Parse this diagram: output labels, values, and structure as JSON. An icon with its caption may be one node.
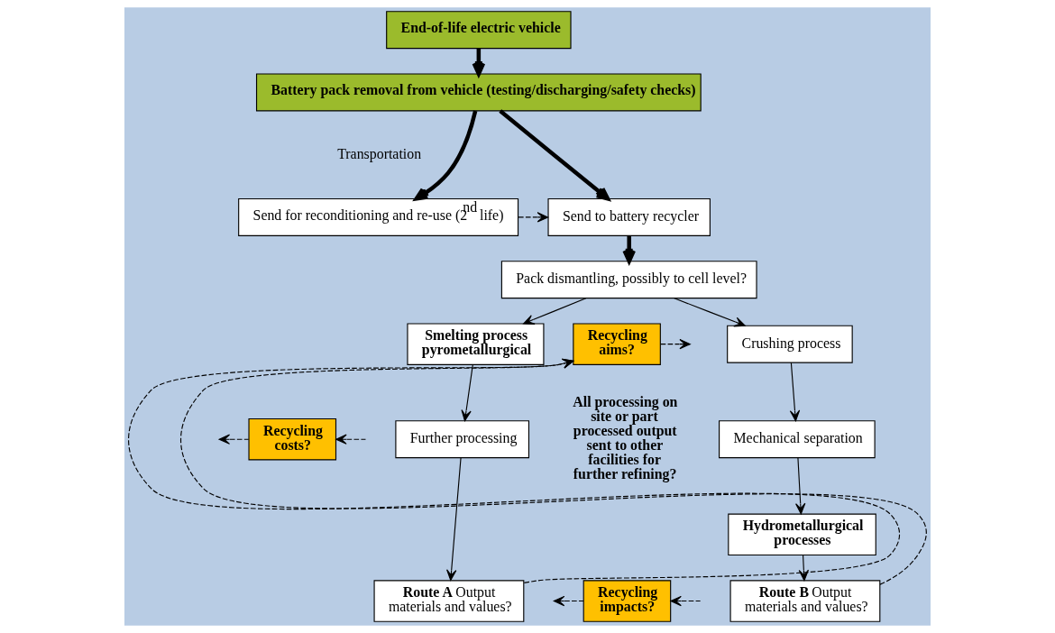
{
  "diagram": {
    "nodes": [
      {
        "text": [
          "End-of-life electric vehicle"
        ]
      },
      {
        "text": [
          "Battery pack removal from vehicle (testing/discharging/safety checks)"
        ]
      },
      {
        "text": [
          "Send for reconditioning and re-use (2$^{nd}$ life)"
        ]
      },
      {
        "text": [
          "Send to battery recycler"
        ]
      },
      {
        "text": [
          "Pack dismantling, possibly to cell level?"
        ]
      },
      {
        "text": [
          "Recycling aims?"
        ]
      },
      {
        "text": [
          "Smelting process pyrometallurgical"
        ]
      },
      {
        "text": [
          "Crushing process"
        ]
      },
      {
        "text": [
          "Recycling costs?"
        ]
      },
      {
        "text": [
          "Further processing"
        ]
      },
      {
        "text": [
          "Mechanical separation"
        ]
      },
      {
        "text": [
          "Hydrometallurgical processes"
        ]
      },
      {
        "text": [
          "Recycling impacts?"
        ]
      },
      {
        "text": [
          "**Route A** Output materials and values?"
        ]
      },
      {
        "text": [
          "**Route B** Output materials and values?"
        ]
      }
    ],
    "edges": [
      {
        "from": 0,
        "to": 1,
        "arrow": "to",
        "style": "thick"
      },
      {
        "from": 1,
        "to": 2,
        "arrow": "to",
        "style": "thick"
      },
      {
        "from": 1,
        "to": 3,
        "arrow": "to",
        "style": "thick"
      },
      {
        "from": 2,
        "to": 3,
        "arrow": "to",
        "style": "dashed"
      },
      {
        "from": 3,
        "to": 4,
        "arrow": "to",
        "style": "thick"
      },
      {
        "from": 4,
        "to": 6,
        "arrow": "to"
      },
      {
        "from": 4,
        "to": 7,
        "arrow": "to"
      },
      {
        "from": 6,
        "to": 9,
        "arrow": "to"
      },
      {
        "from": 9,
        "to": 13,
        "arrow": "to"
      },
      {
        "from": 7,
        "to": 10,
        "arrow": "to"
      },
      {
        "from": 10,
        "to": 11,
        "arrow": "to"
      },
      {
        "from": 11,
        "to": 14,
        "arrow": "to"
      },
      {
        "from": 5,
        "to": null,
        "arrow": "to",
        "style": "dashed"
      },
      {
        "from": null,
        "to": 8,
        "arrow": "to",
        "style": "dashed"
      },
      {
        "from": 8,
        "to": null,
        "arrow": "to",
        "style": "dashed"
      },
      {
        "from": null,
        "to": 12,
        "arrow": "to",
        "style": "dashed"
      },
      {
        "from": 12,
        "to": null,
        "arrow": "to",
        "style": "dashed"
      },
      {
        "from": 13,
        "to": 5,
        "arrow": "to",
        "style": "dashed"
      },
      {
        "from": 14,
        "to": 5,
        "arrow": "to",
        "style": "dashed"
      }
    ],
    "labels": [
      "Transportation",
      "All processing on site or part processed output sent to other facilities for further refining?"
    ]
  }
}
